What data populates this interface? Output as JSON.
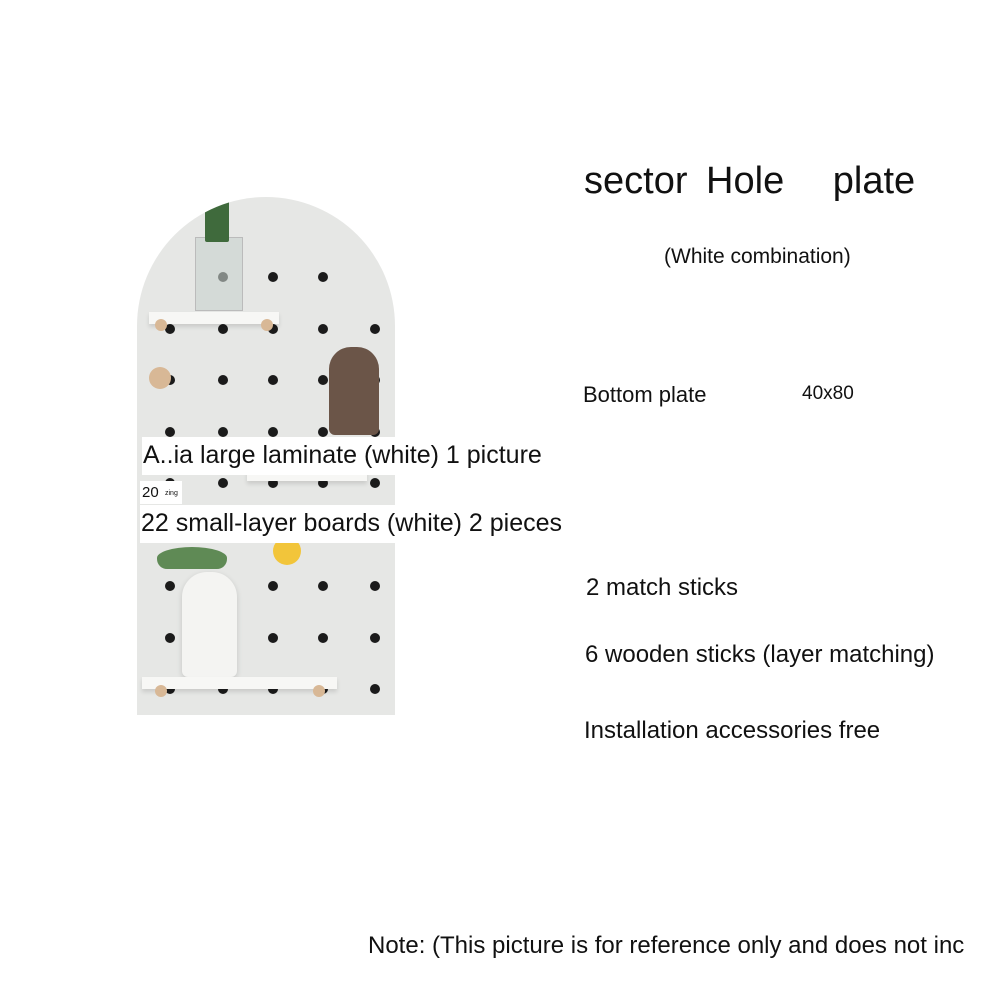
{
  "title": {
    "word1": "sector",
    "word2": "Hole",
    "word3": "plate"
  },
  "subtitle": "(White combination)",
  "bottom_plate": {
    "label": "Bottom plate",
    "size": "40x80"
  },
  "items": [
    "A..ia large laminate (white) 1 picture",
    "20",
    "22 small-layer boards (white) 2 pieces",
    "2 match sticks",
    "6 wooden sticks (layer matching)",
    "Installation accessories free"
  ],
  "small_label": "zing",
  "note": "Note: (This picture is for reference only and does not inc",
  "colors": {
    "board": "#e6e7e5",
    "hole": "#1b1b1b",
    "peg": "#d8b896"
  }
}
